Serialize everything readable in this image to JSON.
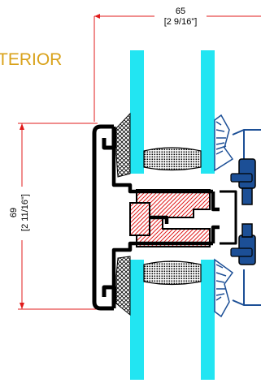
{
  "label_side": "TERIOR",
  "dim_width": {
    "mm": "65",
    "inch": "[2 9/16\"]"
  },
  "dim_height": {
    "mm": "69",
    "inch": "[2 11/16\"]"
  },
  "colors": {
    "glass": "#22e5f2",
    "dimension": "#e01b1b",
    "frame": "#000000",
    "thermal_break": "#e01b1b",
    "gasket": "#1c4f96",
    "label": "#d9a21a"
  }
}
